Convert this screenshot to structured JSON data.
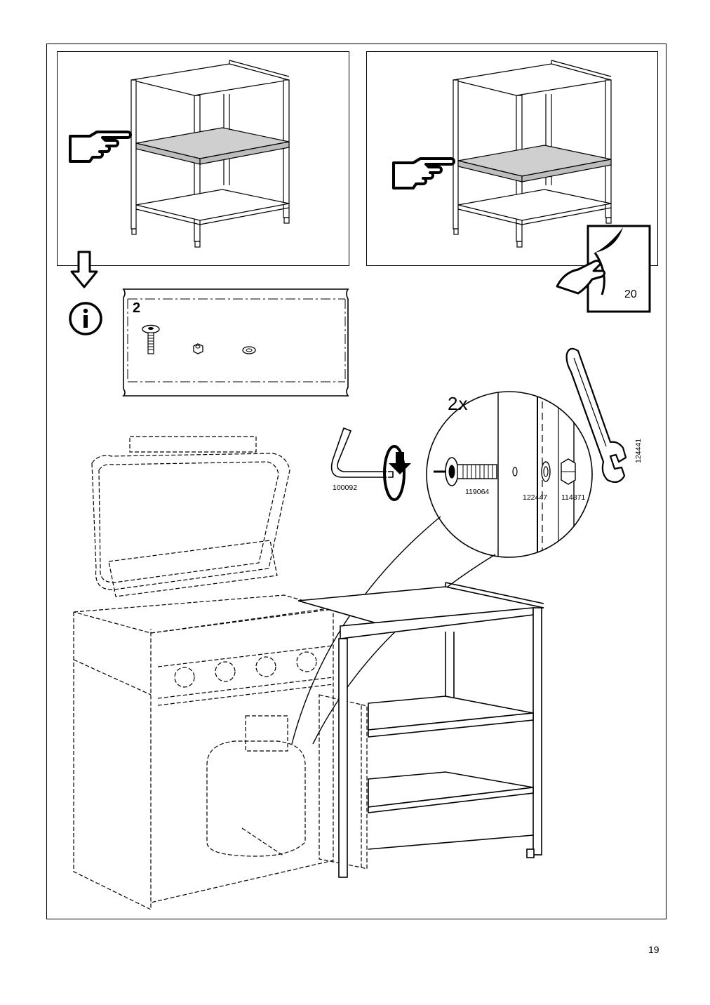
{
  "page": {
    "number": "19"
  },
  "step": {
    "quantity": "2x",
    "bag_count": "2",
    "see_page": "20",
    "tools": {
      "hex_key": "100092",
      "wrench": "124441"
    },
    "parts": {
      "bolt": "119064",
      "washer": "122447",
      "nut": "114871"
    }
  },
  "icons": [
    "pointing-hand-icon",
    "arrow-down-icon",
    "info-icon",
    "page-turn-icon",
    "hex-key-icon",
    "rotate-clockwise-icon",
    "wrench-icon"
  ]
}
